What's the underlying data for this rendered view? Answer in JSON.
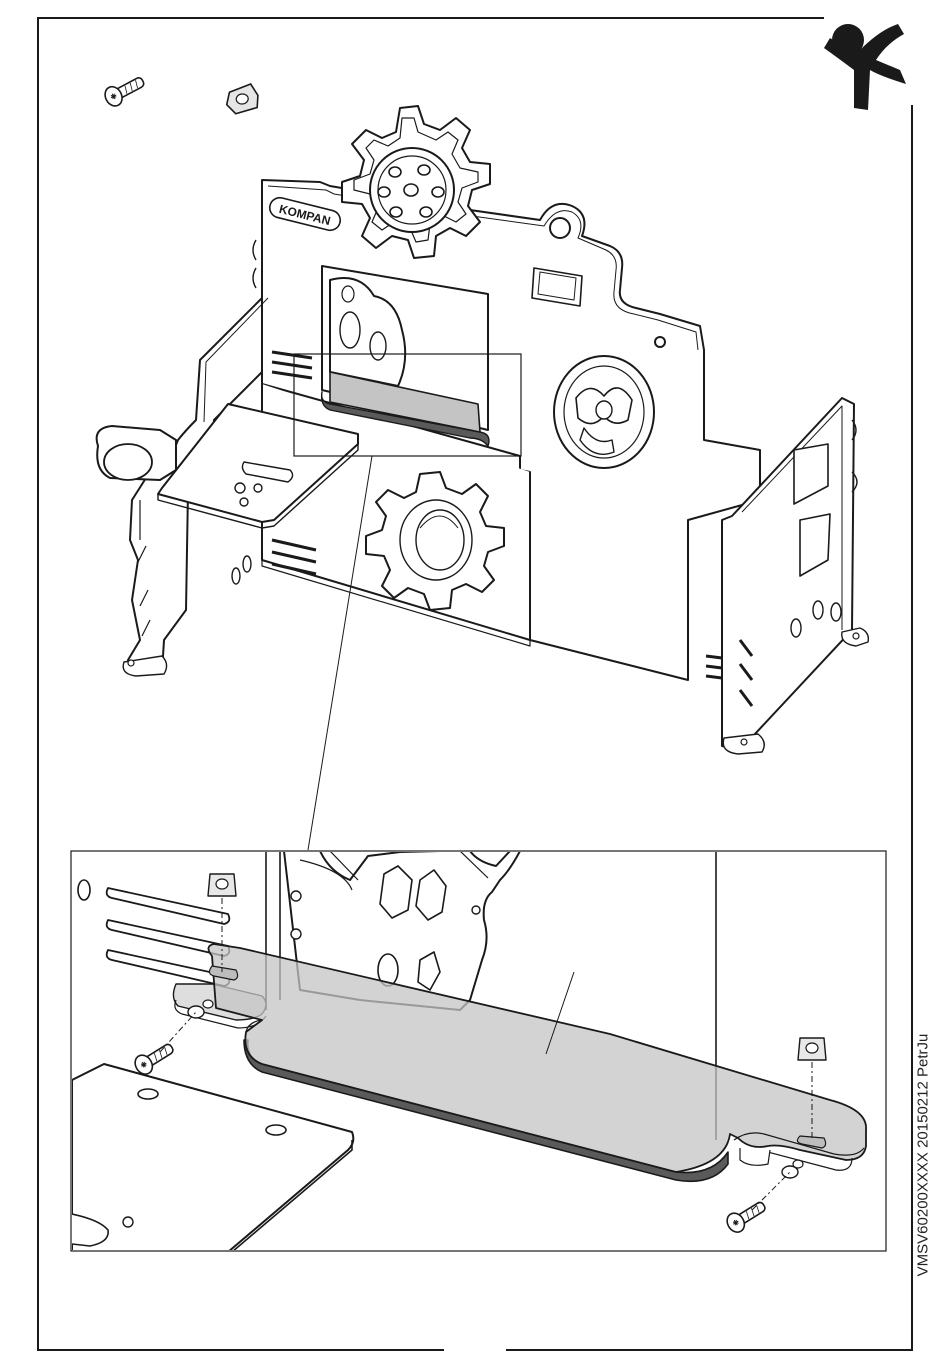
{
  "logo": {
    "name": "kompan-figure-logo",
    "color": "#1a1a1a"
  },
  "product": {
    "brand_mark": "KOMPAN",
    "color": "#1a1a1a"
  },
  "hardware": [
    {
      "name": "bolt-icon"
    },
    {
      "name": "square-nut-icon"
    }
  ],
  "document": {
    "code": "VMSV60200XXXX  20150212  PetrJu"
  },
  "colors": {
    "line": "#1a1a1a",
    "grey_part": "#c4c4c4",
    "dark_edge": "#5a5a5a",
    "paper": "#ffffff"
  }
}
